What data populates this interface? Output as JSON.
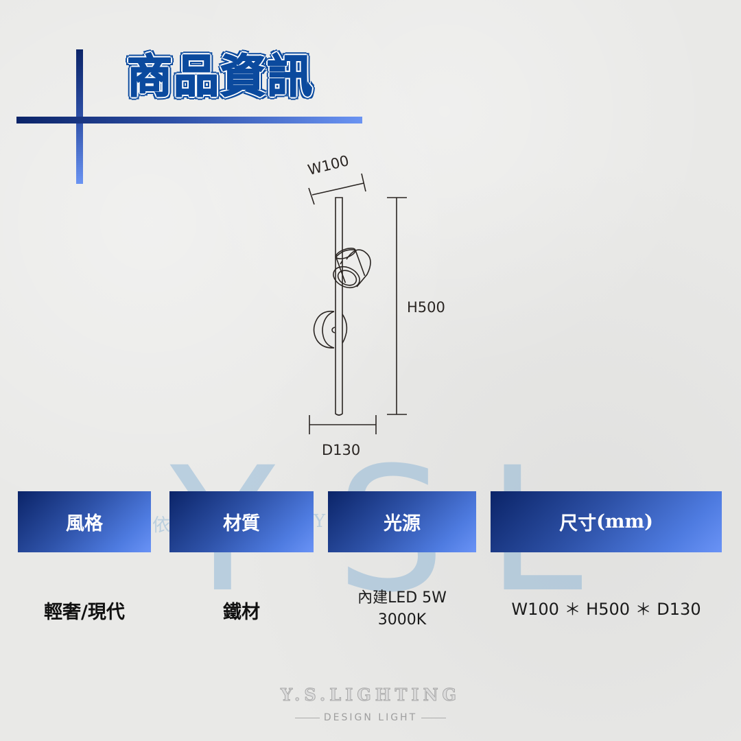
{
  "header": {
    "title": "商品資訊",
    "accent_dark": "#0b2468",
    "accent_light": "#6a93f2"
  },
  "drawing": {
    "width_label": "W100",
    "height_label": "H500",
    "depth_label": "D130",
    "line_color": "#2a2522"
  },
  "watermark": {
    "letters": [
      "Y",
      "S",
      "L"
    ],
    "small_left": "依",
    "small_right": "Y"
  },
  "specs": {
    "columns": [
      {
        "header": "風格",
        "value": "輕奢/現代"
      },
      {
        "header": "材質",
        "value": "鐵材"
      },
      {
        "header": "光源",
        "value_lines": [
          "內建LED 5W",
          "3000K"
        ]
      },
      {
        "header_main": "尺寸",
        "header_unit": "(mm)",
        "value": "W100 ＊ H500 ＊ D130"
      }
    ]
  },
  "brand": {
    "name": "Y.S.LIGHTING",
    "tagline": "DESIGN LIGHT"
  }
}
